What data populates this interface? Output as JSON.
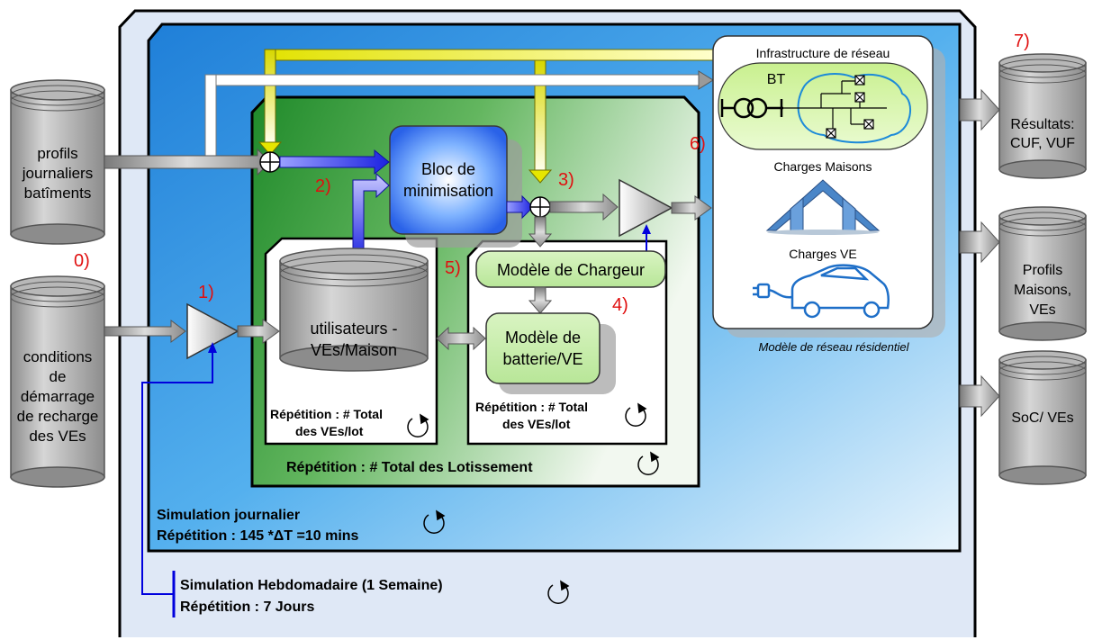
{
  "inputs": {
    "profils": [
      "profils",
      "journaliers",
      "batîments"
    ],
    "conditions": [
      "conditions",
      "de",
      "démarrage",
      "de recharge",
      "des VEs"
    ]
  },
  "outputs": {
    "resultats": [
      "Résultats:",
      "CUF, VUF"
    ],
    "profils": [
      "Profils",
      "Maisons,",
      "VEs"
    ],
    "soc": [
      "SoC/ VEs"
    ]
  },
  "steps": {
    "s0": "0)",
    "s1": "1)",
    "s2": "2)",
    "s3": "3)",
    "s4": "4)",
    "s5": "5)",
    "s6": "6)",
    "s7": "7)"
  },
  "blocks": {
    "bloc_min": [
      "Bloc de",
      "minimisation"
    ],
    "users": [
      "utilisateurs -",
      "VEs/Maison"
    ],
    "chargeur": "Modèle de Chargeur",
    "batterie": [
      "Modèle de",
      "batterie/VE"
    ]
  },
  "repetitions": {
    "users_loop": [
      "Répétition : # Total",
      "des VEs/lot"
    ],
    "battery_loop": [
      "Répétition : # Total",
      "des VEs/lot"
    ],
    "lots_loop": "Répétition : # Total des Lotissement",
    "daily": [
      "Simulation journalier",
      "Répétition : 145 *ΔT =10 mins"
    ],
    "weekly": [
      "Simulation Hebdomadaire (1 Semaine)",
      "Répétition : 7 Jours"
    ]
  },
  "network": {
    "infra": "Infrastructure de réseau",
    "bt": "BT",
    "houses": "Charges Maisons",
    "ev": "Charges VE",
    "caption": "Modèle de réseau résidentiel"
  },
  "colors": {
    "step_numbers": "#e01010",
    "control_lines": "#0000dd",
    "blue_panel": "#49a6ea",
    "green_panel": "#2f9a2f"
  }
}
